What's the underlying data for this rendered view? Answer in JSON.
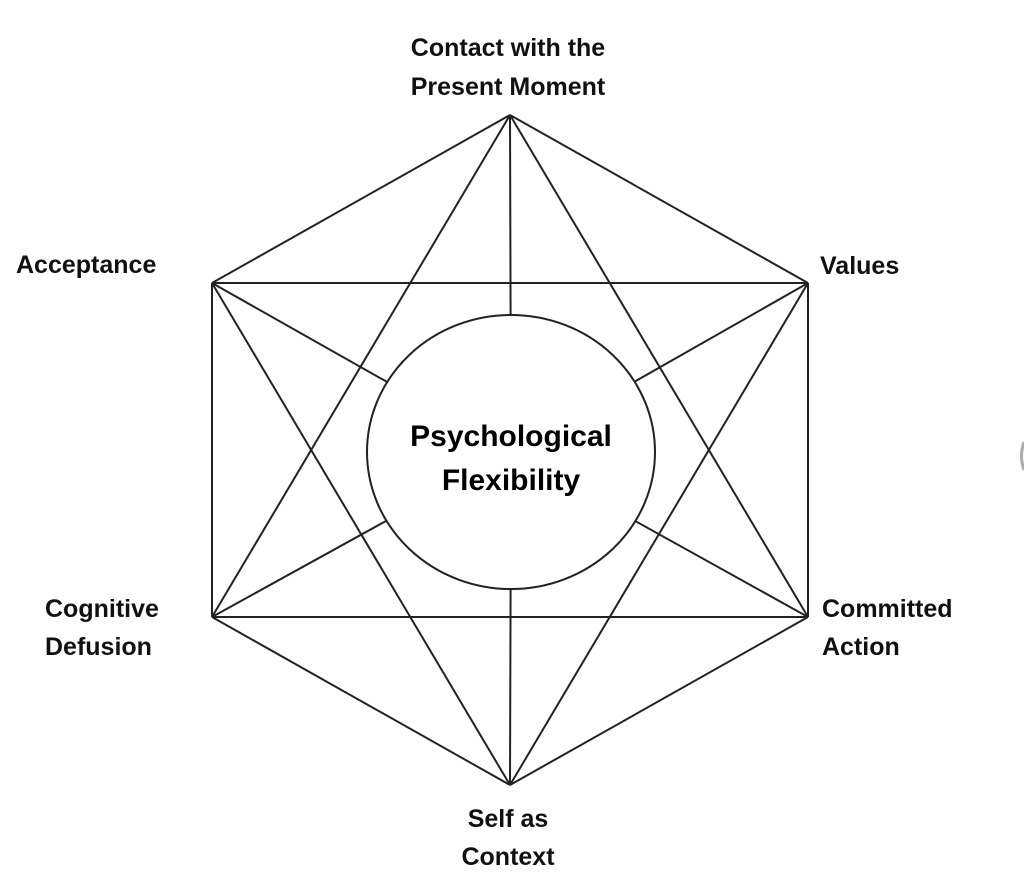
{
  "diagram": {
    "center": {
      "line1": "Psychological",
      "line2": "Flexibility"
    },
    "nodes": {
      "top": {
        "line1": "Contact with the",
        "line2": "Present Moment"
      },
      "upper_left": {
        "line1": "Acceptance"
      },
      "upper_right": {
        "line1": "Values"
      },
      "lower_left": {
        "line1": "Cognitive",
        "line2": "Defusion"
      },
      "lower_right": {
        "line1": "Committed",
        "line2": "Action"
      },
      "bottom": {
        "line1": "Self as",
        "line2": "Context"
      }
    },
    "colors": {
      "line": "#222222",
      "text": "#111111",
      "background": "#ffffff"
    }
  }
}
